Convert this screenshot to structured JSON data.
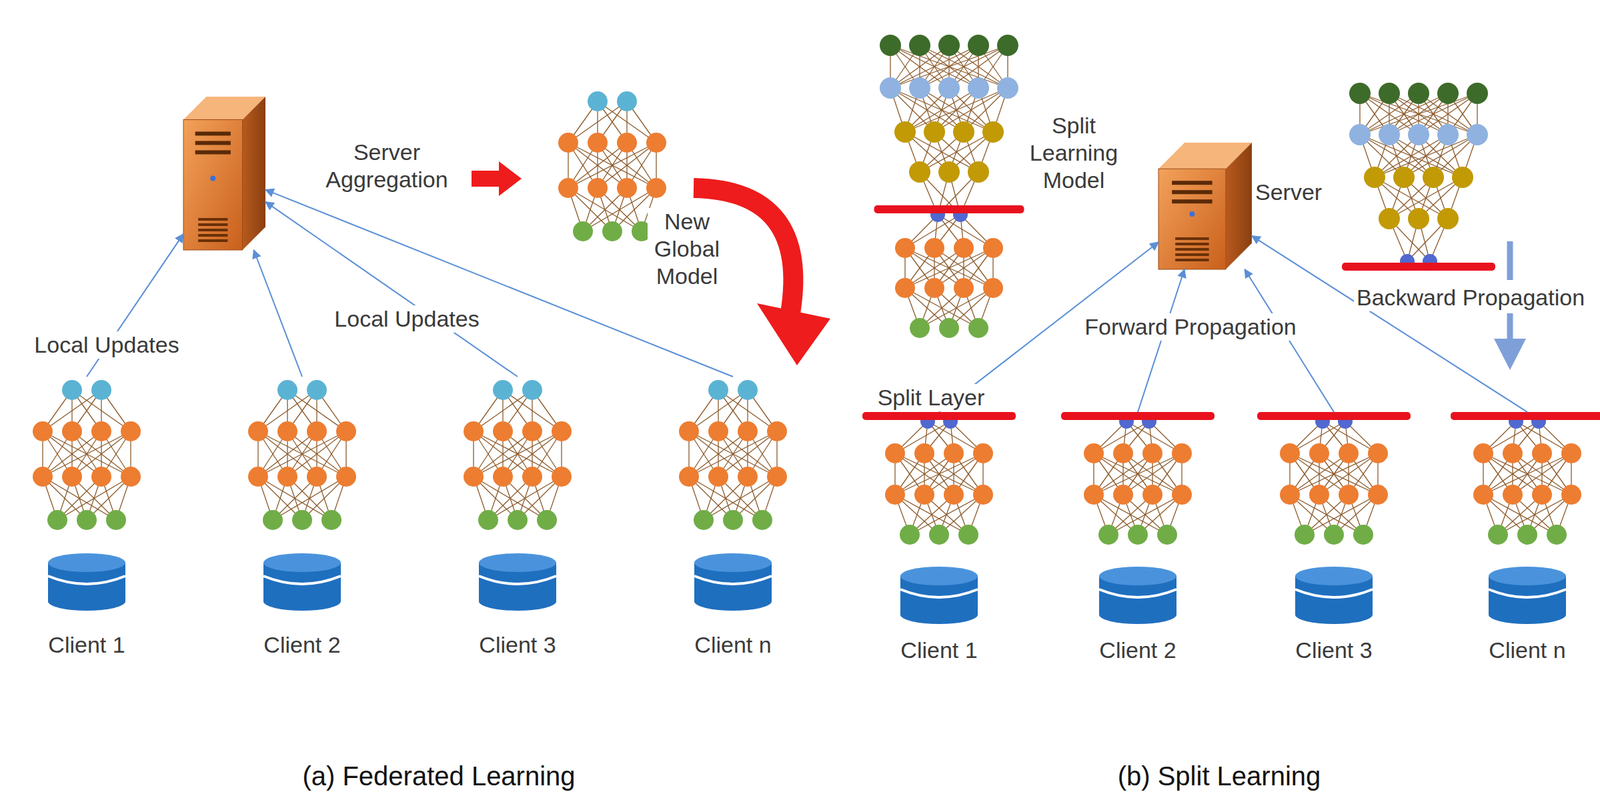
{
  "diagram": {
    "nodes": [
      {
        "text": [
          "Server Aggregation"
        ]
      },
      {
        "text": [
          "Client 1"
        ]
      },
      {
        "text": [
          "Client 2"
        ]
      },
      {
        "text": [
          "Client 3"
        ]
      },
      {
        "text": [
          "Client n"
        ]
      },
      {
        "text": [
          "Server"
        ]
      },
      {
        "text": [
          "Client 1"
        ]
      },
      {
        "text": [
          "Client 2"
        ]
      },
      {
        "text": [
          "Client 3"
        ]
      },
      {
        "text": [
          "Client n"
        ]
      }
    ],
    "edges": [
      {
        "from": 1,
        "to": 0,
        "arrow": "to"
      },
      {
        "from": 2,
        "to": 0,
        "arrow": "to"
      },
      {
        "from": 3,
        "to": 0,
        "arrow": "to"
      },
      {
        "from": 4,
        "to": 0,
        "arrow": "to"
      },
      {
        "from": 6,
        "to": 5,
        "arrow": "to"
      },
      {
        "from": 7,
        "to": 5,
        "arrow": "to"
      },
      {
        "from": 8,
        "to": 5,
        "arrow": "to"
      },
      {
        "from": 9,
        "to": 5,
        "arrow": "to"
      }
    ],
    "labels": [
      "New Global Model",
      "Local Updates",
      "Local Updates",
      "Split Learning Model",
      "Split Layer",
      "Forward Propagation",
      "Backward Propagation",
      "(a) Federated Learning",
      "(b) Split Learning"
    ]
  }
}
